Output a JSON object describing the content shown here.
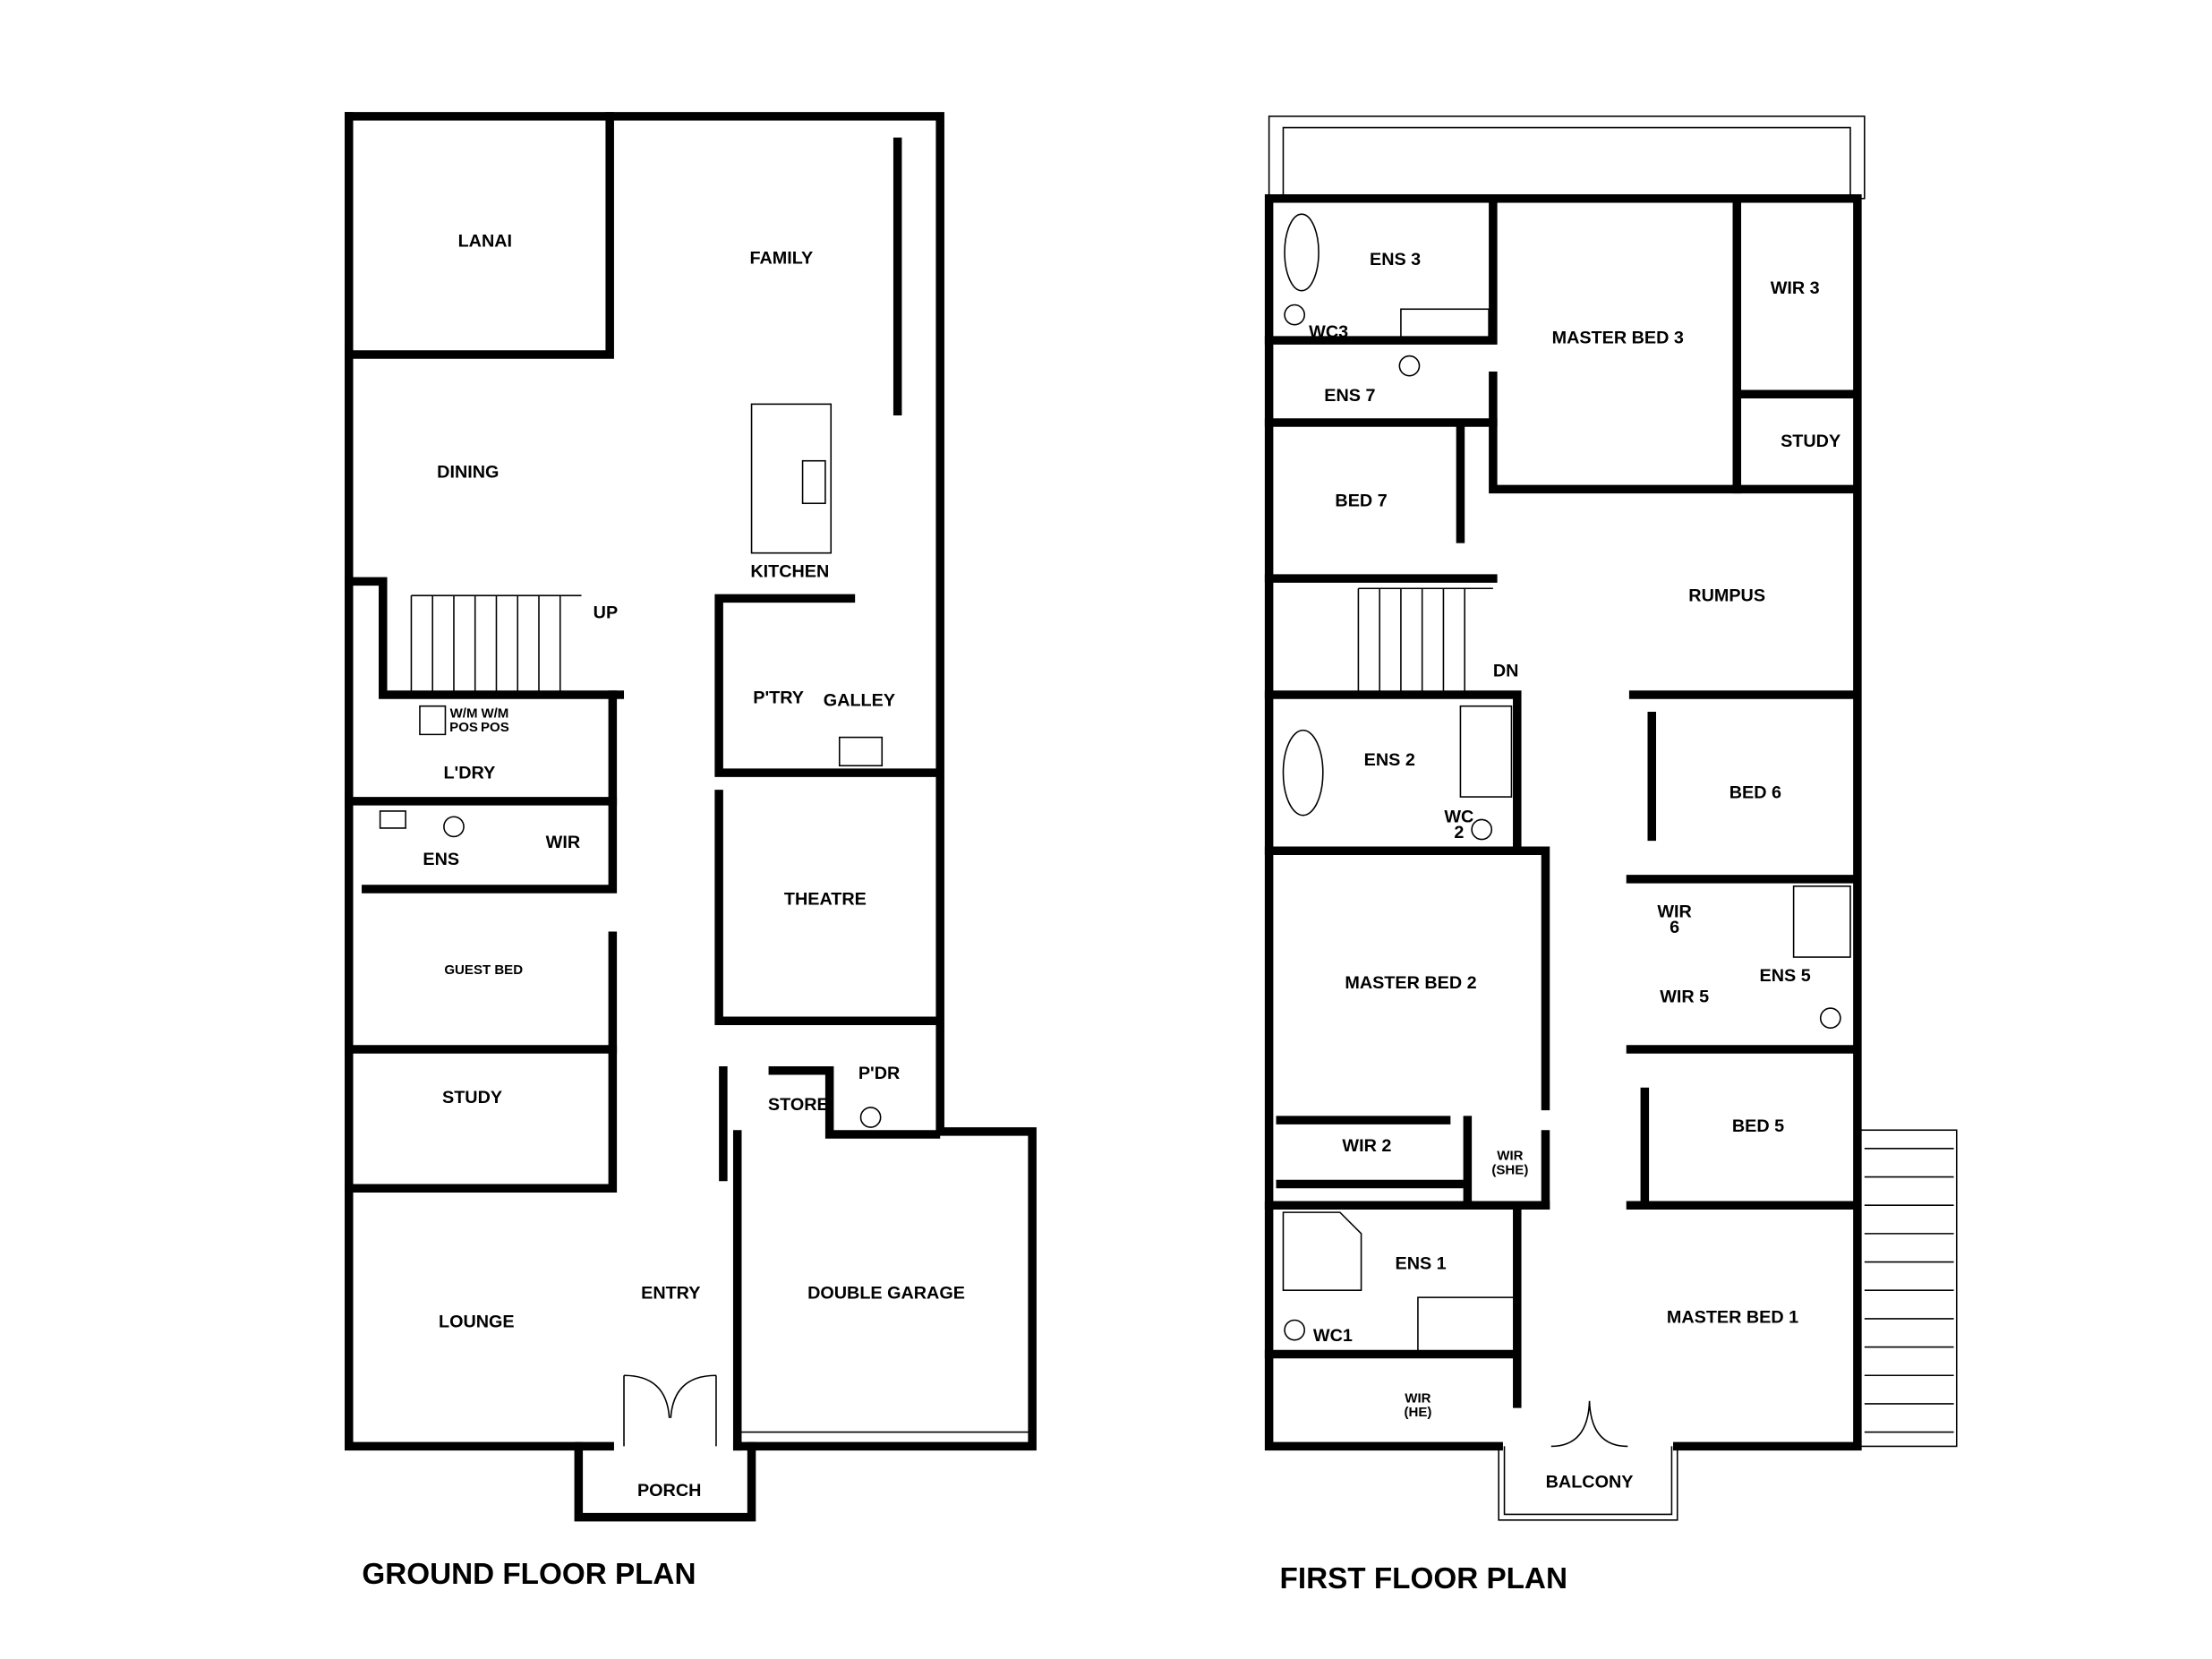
{
  "ground_floor": {
    "title": "GROUND FLOOR PLAN",
    "rooms": [
      {
        "label": "LANAI"
      },
      {
        "label": "FAMILY"
      },
      {
        "label": "DINING"
      },
      {
        "label": "KITCHEN"
      },
      {
        "label": "UP"
      },
      {
        "label": "P'TRY"
      },
      {
        "label": "GALLEY"
      },
      {
        "label": [
          "W/M",
          "POS"
        ]
      },
      {
        "label": [
          "W/M",
          "POS"
        ]
      },
      {
        "label": "L'DRY"
      },
      {
        "label": "ENS"
      },
      {
        "label": "WIR"
      },
      {
        "label": "THEATRE"
      },
      {
        "label": "GUEST BED"
      },
      {
        "label": "STUDY"
      },
      {
        "label": "STORE"
      },
      {
        "label": "P'DR"
      },
      {
        "label": "LOUNGE"
      },
      {
        "label": "ENTRY"
      },
      {
        "label": "DOUBLE GARAGE"
      },
      {
        "label": "PORCH"
      }
    ]
  },
  "first_floor": {
    "title": "FIRST FLOOR PLAN",
    "rooms": [
      {
        "label": "ENS 3"
      },
      {
        "label": "WIR 3"
      },
      {
        "label": "WC3"
      },
      {
        "label": "MASTER BED 3"
      },
      {
        "label": "ENS 7"
      },
      {
        "label": "STUDY"
      },
      {
        "label": "BED 7"
      },
      {
        "label": "RUMPUS"
      },
      {
        "label": "DN"
      },
      {
        "label": "ENS 2"
      },
      {
        "label": [
          "WC",
          "2"
        ]
      },
      {
        "label": "BED 6"
      },
      {
        "label": [
          "WIR",
          "6"
        ]
      },
      {
        "label": "ENS 5"
      },
      {
        "label": "MASTER BED 2"
      },
      {
        "label": "WIR 5"
      },
      {
        "label": "BED 5"
      },
      {
        "label": "WIR 2"
      },
      {
        "label": [
          "WIR",
          "(SHE)"
        ]
      },
      {
        "label": "ENS 1"
      },
      {
        "label": "MASTER BED 1"
      },
      {
        "label": "WC1"
      },
      {
        "label": [
          "WIR",
          "(HE)"
        ]
      },
      {
        "label": "BALCONY"
      }
    ]
  }
}
